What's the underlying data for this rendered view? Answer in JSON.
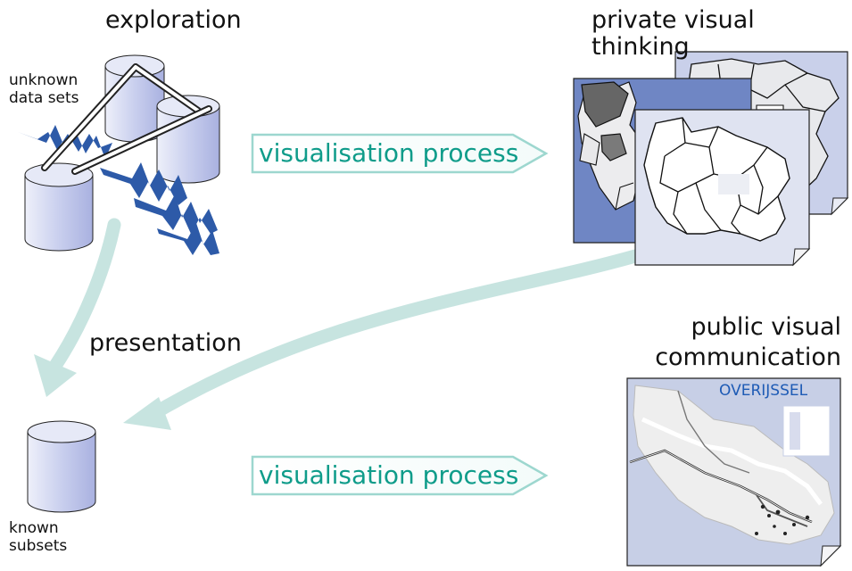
{
  "labels": {
    "exploration": "exploration",
    "private_visual_thinking": "private visual thinking",
    "public_visual_line1": "public visual",
    "public_visual_line2": "communication",
    "presentation": "presentation",
    "unknown_line1": "unknown",
    "unknown_line2": "data sets",
    "known_line1": "known",
    "known_line2": "subsets",
    "process_top": "visualisation process",
    "process_bottom": "visualisation process",
    "overijssel": "OVERIJSSEL"
  },
  "icons": [
    "database-cylinder-icon",
    "www-zigzag-icon",
    "map-sheet-icon",
    "process-arrow-icon",
    "curved-flow-arrow-icon"
  ],
  "colors": {
    "process_text": "#0f9c8a",
    "flow_arrow": "#c7e4e0",
    "www_blue": "#2d5aa8",
    "map_dark_blue": "#6f86c4",
    "map_light_blue": "#c9d0ea",
    "overijssel_blue": "#1e5bb5"
  }
}
